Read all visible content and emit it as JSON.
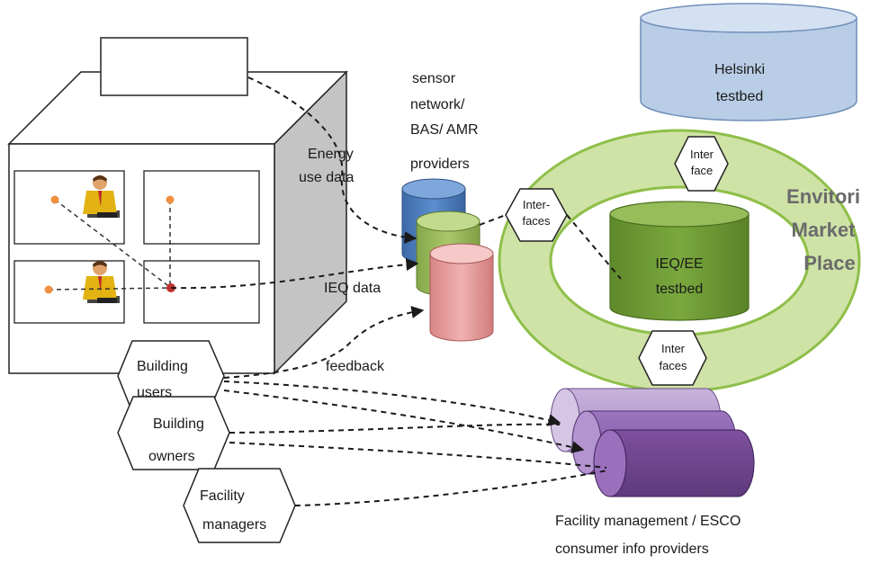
{
  "sensor_label": {
    "l1": "sensor",
    "l2": "network/",
    "l3": "BAS/ AMR",
    "l4": "providers"
  },
  "energy_label": {
    "l1": "Energy",
    "l2": "use data"
  },
  "ieq_data_label": "IEQ data",
  "feedback_label": "feedback",
  "helsinki": {
    "l1": "Helsinki",
    "l2": "testbed"
  },
  "ieq_ee": {
    "l1": "IEQ/EE",
    "l2": "testbed"
  },
  "marketplace": {
    "l1": "Envitori",
    "l2": "Market",
    "l3": "Place"
  },
  "interface_top": {
    "l1": "Inter",
    "l2": "face"
  },
  "interfaces_left": {
    "l1": "Inter-",
    "l2": "faces"
  },
  "interfaces_bottom": {
    "l1": "Inter",
    "l2": "faces"
  },
  "actors": {
    "users": {
      "l1": "Building",
      "l2": "users"
    },
    "owners": {
      "l1": "Building",
      "l2": "owners"
    },
    "managers": {
      "l1": "Facility",
      "l2": "managers"
    }
  },
  "fm_label": {
    "l1": "Facility management  / ESCO",
    "l2": "consumer  info providers"
  },
  "colors": {
    "ring": "#8fbf4a",
    "ring_fill": "#cfe3a7",
    "helsinki": "#b9cde6",
    "ieq_cyl": "#6f9a34",
    "sensor_blue": "#4f81bd",
    "sensor_green": "#9bbb59",
    "sensor_red": "#e39a9a",
    "fm_purple": "#7b4f9c"
  }
}
